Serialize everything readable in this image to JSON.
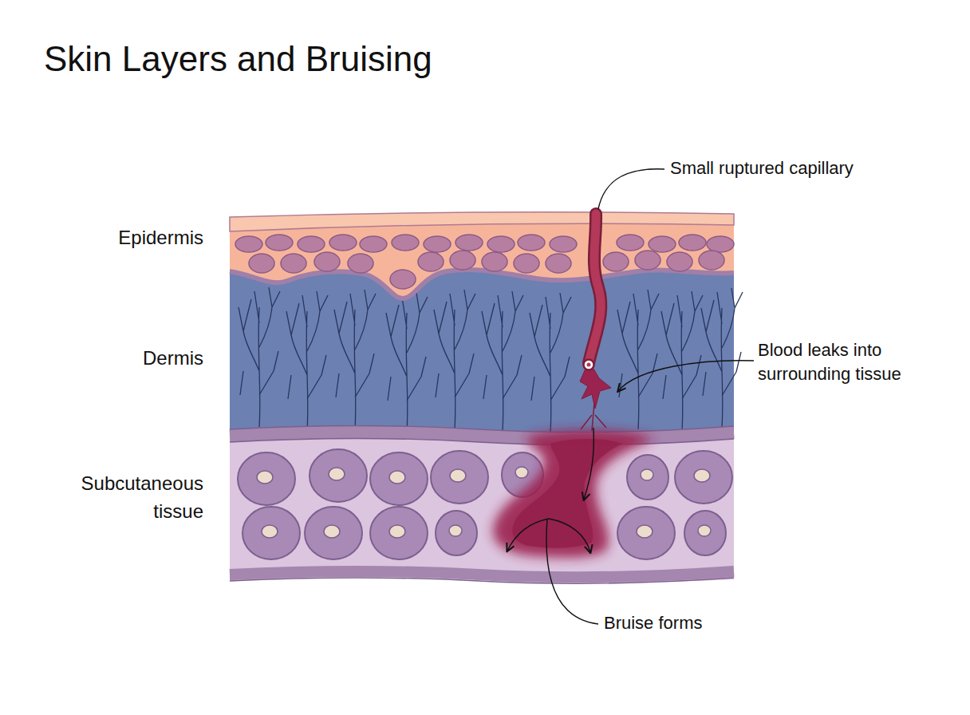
{
  "diagram": {
    "title": "Skin Layers and Bruising",
    "nodes": [
      {
        "text": [
          "Epidermis"
        ]
      },
      {
        "text": [
          "Dermis"
        ]
      },
      {
        "text": [
          "Subcutaneous tissue"
        ]
      }
    ],
    "labels": [
      "Small ruptured capillary",
      "Blood leaks into surrounding tissue",
      "Bruise forms"
    ]
  }
}
